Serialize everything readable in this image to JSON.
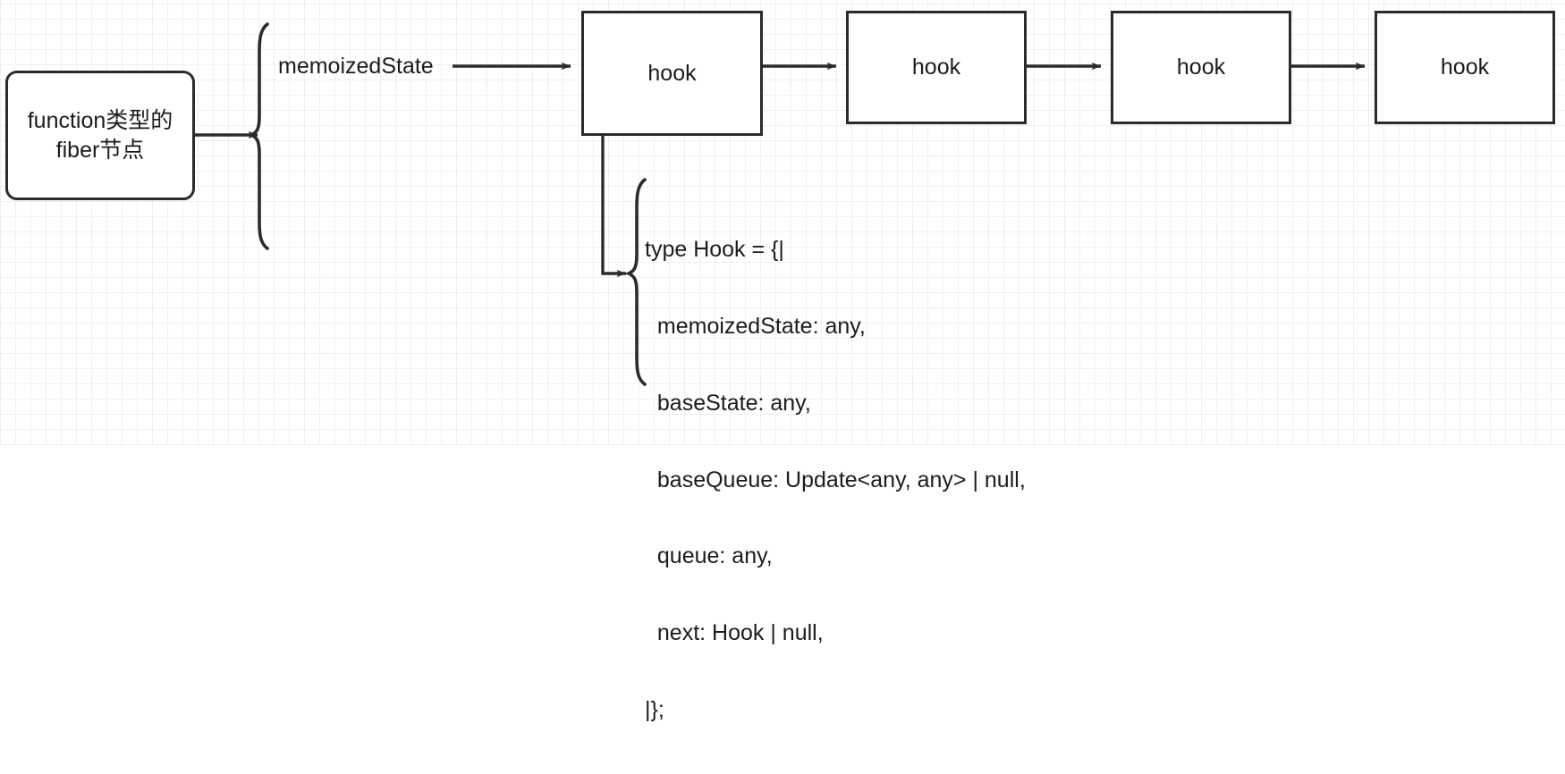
{
  "diagram": {
    "title": "React function fiber hooks linked list",
    "background": {
      "grid": true,
      "minor_color": "#f0f0f0",
      "major_color": "#e8e8e8",
      "page_color": "#ffffff"
    },
    "stroke_color": "#2b2b2b",
    "text_color": "#1c1c1c",
    "fiber_node": {
      "line1": "function类型的",
      "line2": "fiber节点"
    },
    "edge_label": "memoizedState",
    "hooks": [
      {
        "label": "hook"
      },
      {
        "label": "hook"
      },
      {
        "label": "hook"
      },
      {
        "label": "hook"
      }
    ],
    "type_definition": {
      "lines": [
        "type Hook = {|",
        "  memoizedState: any,",
        "  baseState: any,",
        "  baseQueue: Update<any, any> | null,",
        "  queue: any,",
        "  next: Hook | null,",
        "|};"
      ],
      "line0": "type Hook = {|",
      "line1": "  memoizedState: any,",
      "line2": "  baseState: any,",
      "line3": "  baseQueue: Update<any, any> | null,",
      "line4": "  queue: any,",
      "line5": "  next: Hook | null,",
      "line6": "|};"
    }
  }
}
